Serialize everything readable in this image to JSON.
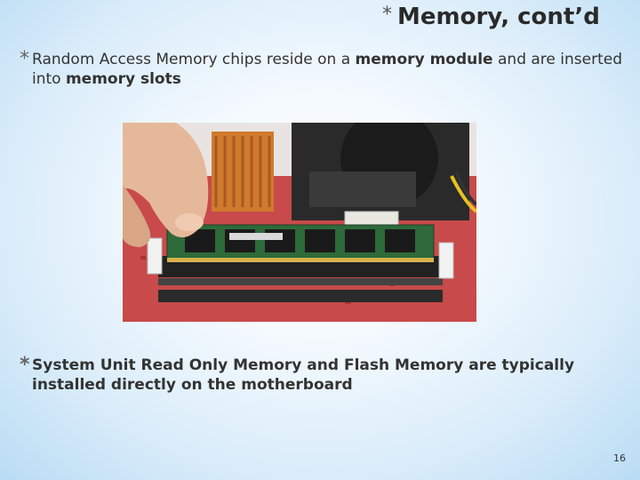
{
  "slide": {
    "title_marker": "*",
    "title": "Memory, cont’d",
    "bullets": [
      {
        "marker": "*",
        "parts": [
          "Random Access Memory chips reside on a ",
          "memory module",
          " and are inserted into ",
          "memory slots"
        ]
      },
      {
        "marker": "*",
        "text": "System Unit Read Only Memory and Flash Memory are typically installed directly on the motherboard"
      }
    ],
    "page_number": "16"
  },
  "image": {
    "subject": "hand inserting memory module into motherboard slot"
  }
}
